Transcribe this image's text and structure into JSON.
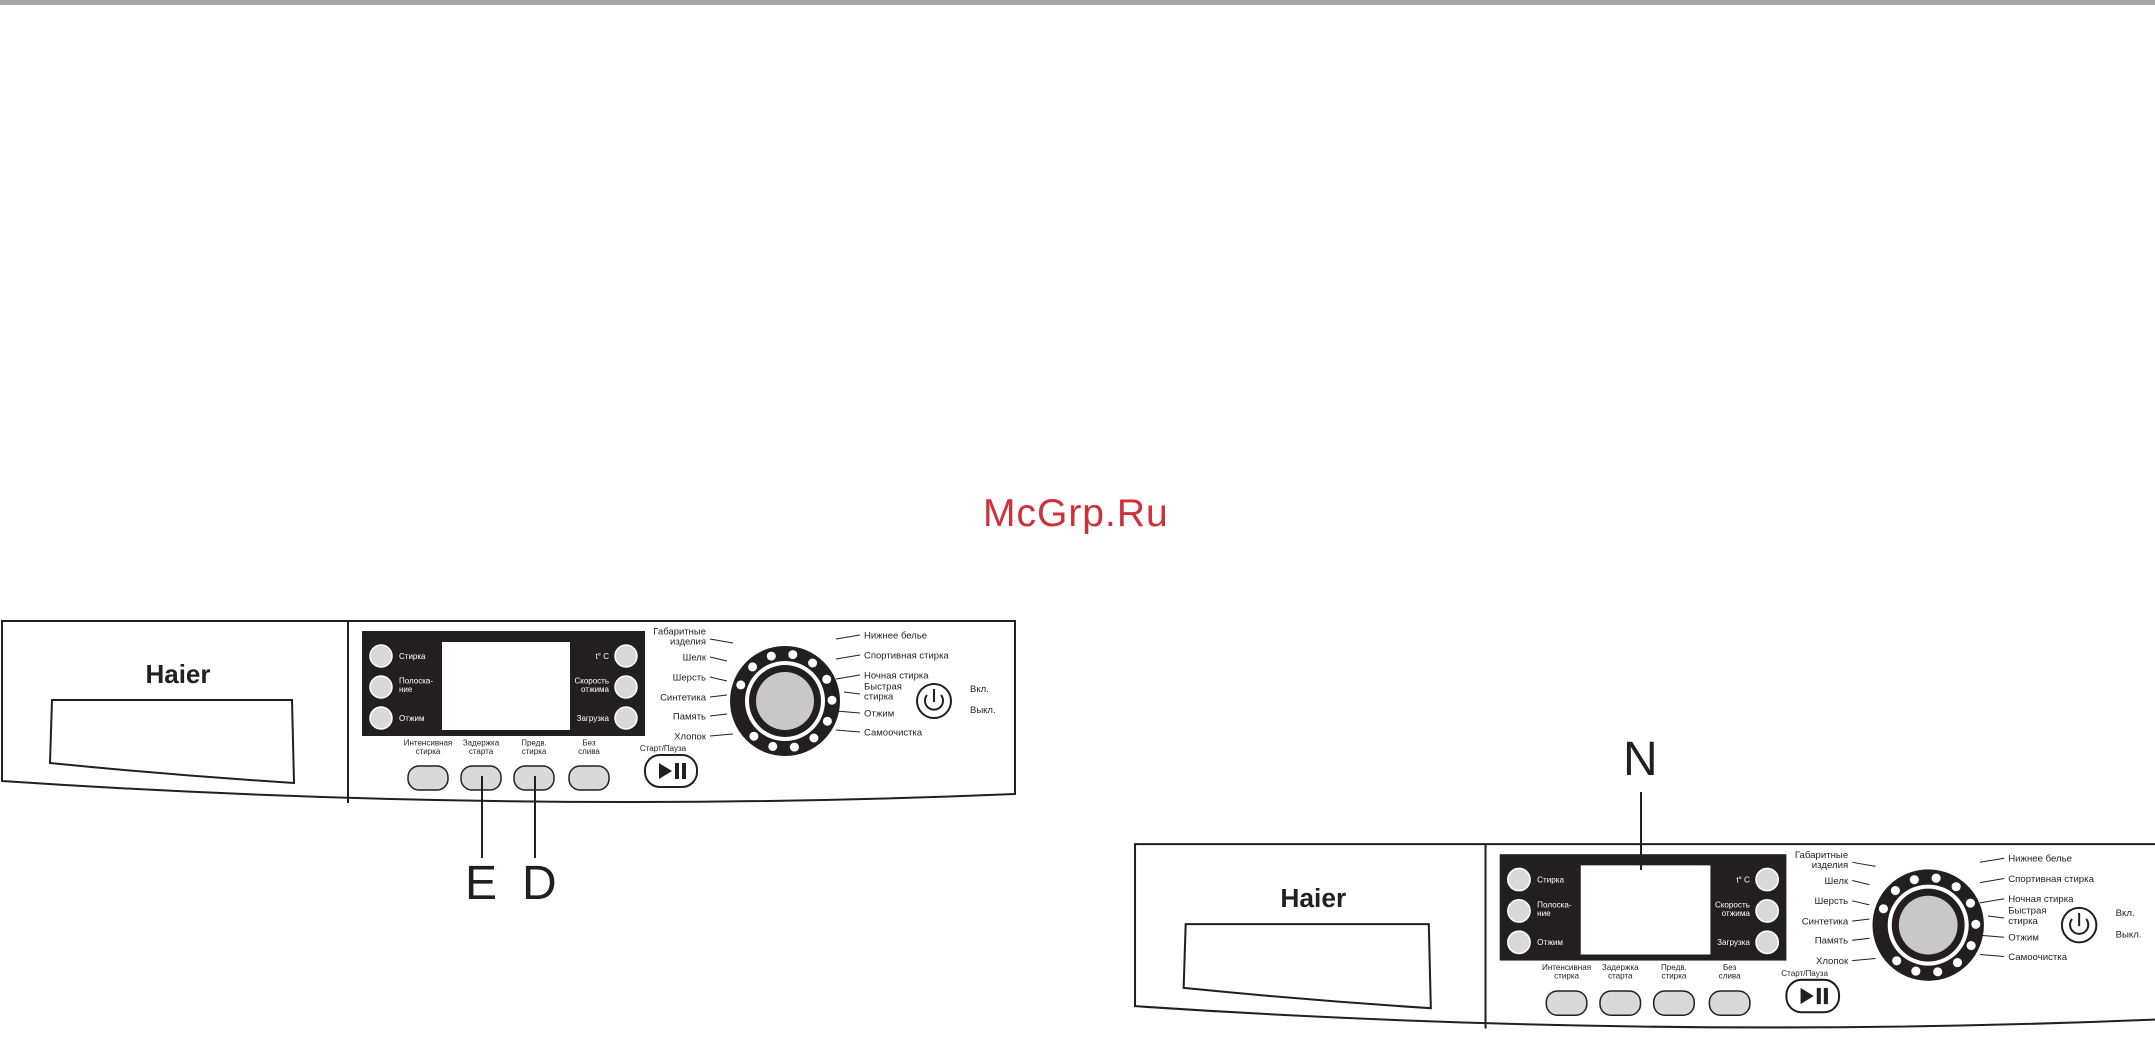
{
  "watermark": "McGrp.Ru",
  "brand": "Haier",
  "callouts": {
    "e": "E",
    "d": "D",
    "n": "N"
  },
  "display_buttons_left": [
    {
      "line1": "Стирка",
      "line2": ""
    },
    {
      "line1": "Полоска-",
      "line2": "ние"
    },
    {
      "line1": "Отжим",
      "line2": ""
    }
  ],
  "display_buttons_right": [
    {
      "line1": "t° C",
      "line2": ""
    },
    {
      "line1": "Скорость",
      "line2": "отжима"
    },
    {
      "line1": "Загрузка",
      "line2": ""
    }
  ],
  "bottom_buttons": [
    {
      "line1": "Интенсивная",
      "line2": "стирка"
    },
    {
      "line1": "Задержка",
      "line2": "старта"
    },
    {
      "line1": "Предв.",
      "line2": "стирка"
    },
    {
      "line1": "Без",
      "line2": "слива"
    }
  ],
  "start_pause_label": "Старт/Пауза",
  "programs_left": [
    {
      "line1": "Габаритные",
      "line2": "изделия"
    },
    {
      "line1": "Шелк",
      "line2": ""
    },
    {
      "line1": "Шерсть",
      "line2": ""
    },
    {
      "line1": "Синтетика",
      "line2": ""
    },
    {
      "line1": "Память",
      "line2": ""
    },
    {
      "line1": "Хлопок",
      "line2": ""
    }
  ],
  "programs_right": [
    {
      "line1": "Нижнее белье",
      "line2": ""
    },
    {
      "line1": "Спортивная стирка",
      "line2": ""
    },
    {
      "line1": "Ночная стирка",
      "line2": ""
    },
    {
      "line1": "Быстрая",
      "line2": "стирка"
    },
    {
      "line1": "Отжим",
      "line2": ""
    },
    {
      "line1": "Самоочистка",
      "line2": ""
    }
  ],
  "power": {
    "on_label": "Вкл.",
    "off_label": "Выкл."
  },
  "colors": {
    "watermark": "#d0303a",
    "ink": "#231f20",
    "display": "#231f20",
    "button_fill": "#d9d9d9",
    "knob_fill": "#c8c8c8"
  }
}
